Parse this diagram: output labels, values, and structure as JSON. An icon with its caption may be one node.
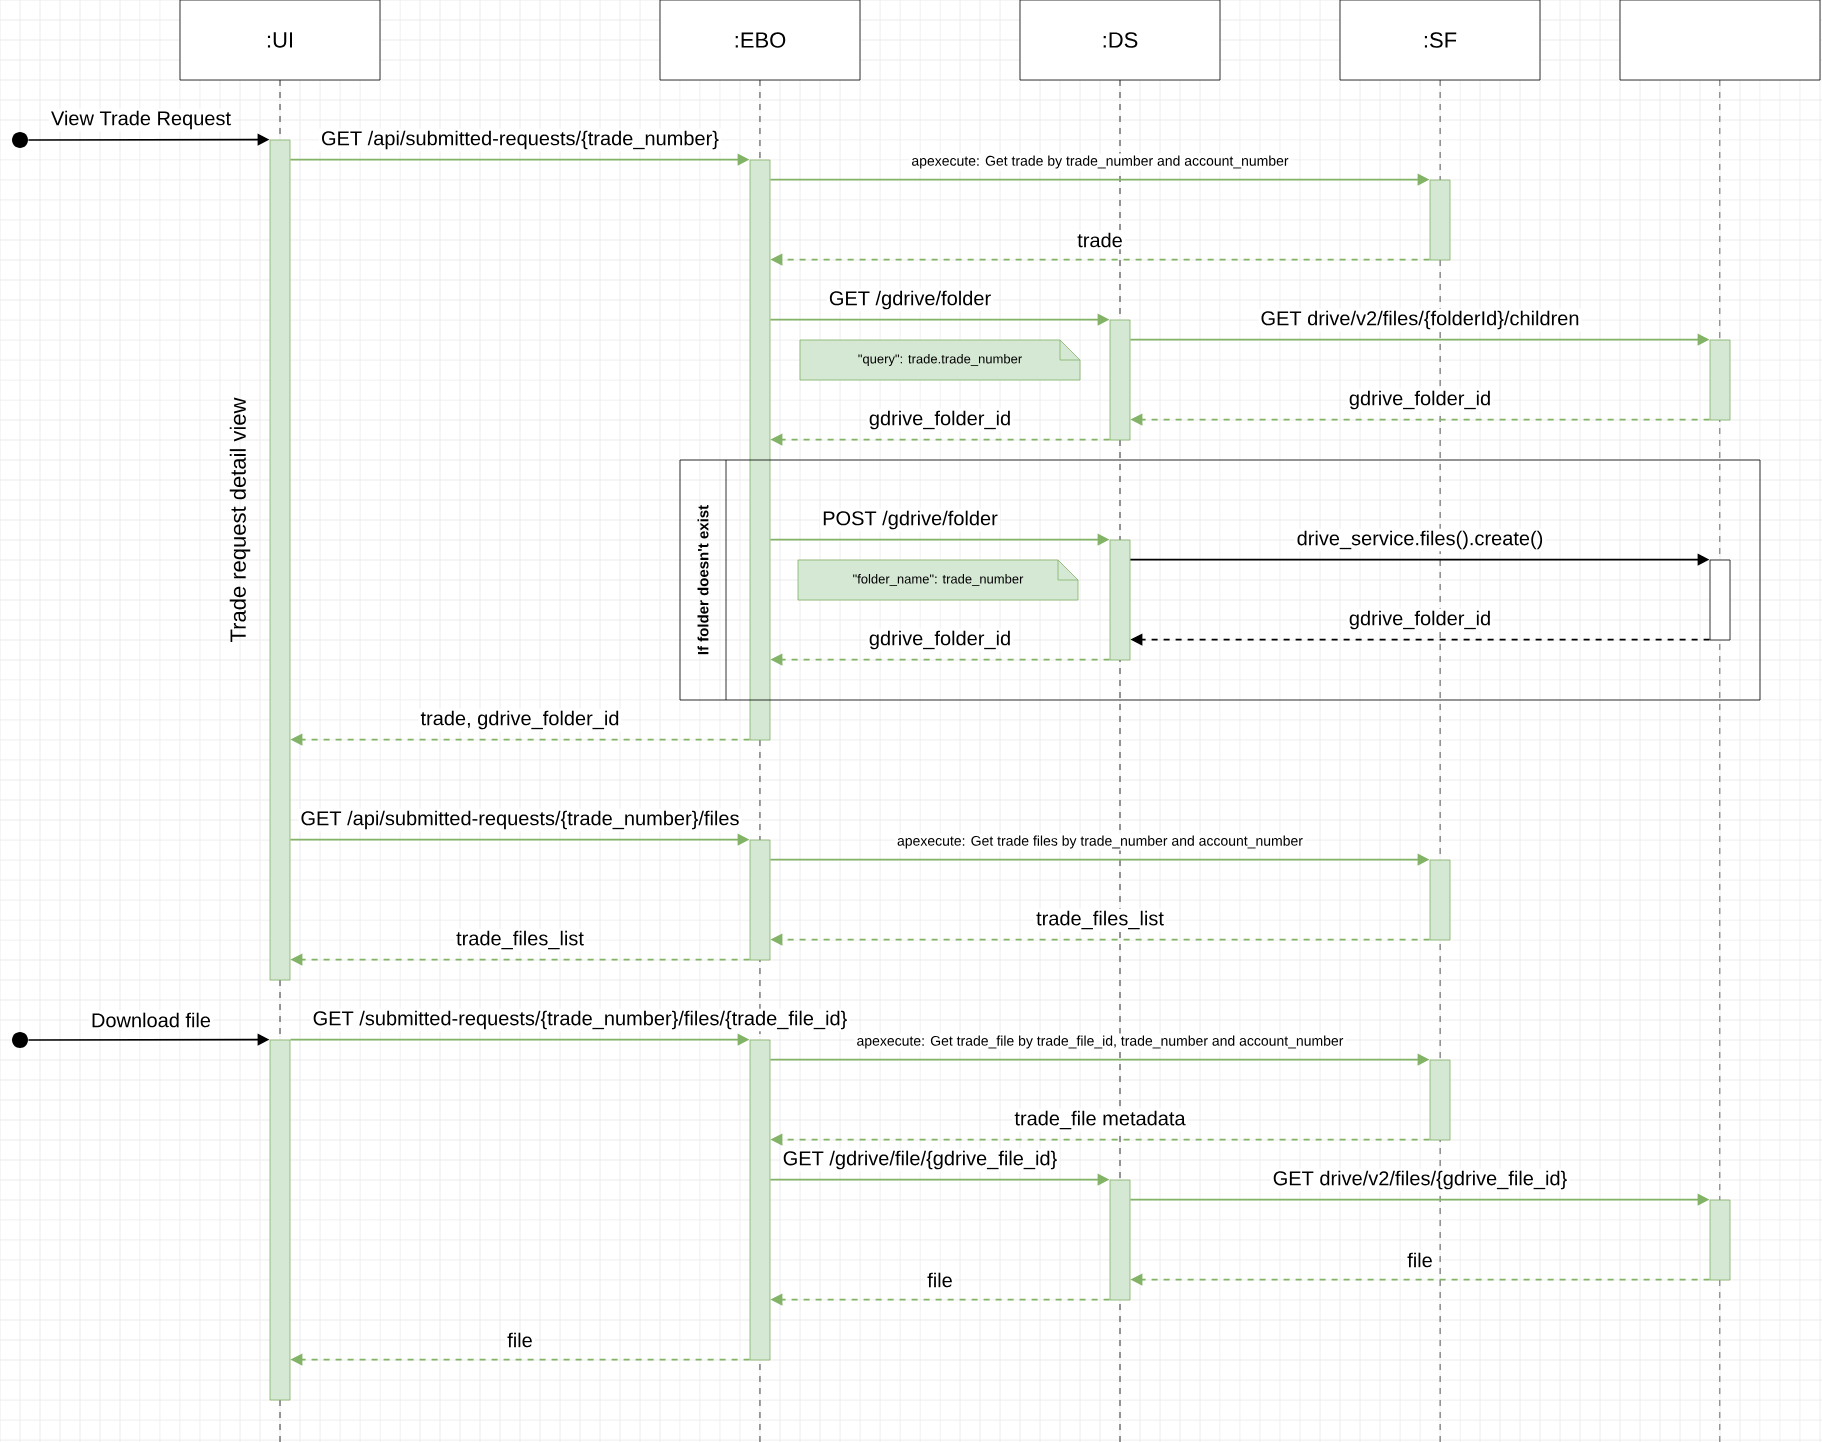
{
  "diagram": {
    "nodes": [
      {
        "text": [
          ":UI"
        ]
      },
      {
        "text": [
          ":EBO"
        ]
      },
      {
        "text": [
          ":DS"
        ]
      },
      {
        "text": [
          ":SF"
        ]
      },
      {
        "text": [],
        "shape": "box"
      },
      {
        "text": [],
        "shape": "bar"
      },
      {
        "text": [],
        "shape": "bar"
      },
      {
        "text": [],
        "shape": "bar"
      },
      {
        "text": [],
        "shape": "bar"
      },
      {
        "text": [],
        "shape": "bar"
      },
      {
        "text": [],
        "shape": "bar",
        "in": 21
      },
      {
        "text": [],
        "shape": "bar",
        "in": 21
      },
      {
        "text": [],
        "shape": "bar"
      },
      {
        "text": [],
        "shape": "bar"
      },
      {
        "text": [],
        "shape": "bar"
      },
      {
        "text": [],
        "shape": "bar"
      },
      {
        "text": [],
        "shape": "bar"
      },
      {
        "text": [],
        "shape": "bar"
      },
      {
        "text": [],
        "shape": "bar"
      },
      {
        "text": [],
        "shape": "circle"
      },
      {
        "text": [],
        "shape": "circle"
      },
      {
        "text": [
          "If folder doesn't exist"
        ]
      },
      {
        "text": [
          "\"query\": trade.trade_number"
        ]
      },
      {
        "text": [
          "\"folder_name\": trade_number"
        ],
        "in": 21
      }
    ],
    "edges": [
      {
        "from": 19,
        "to": 5,
        "arrow": "to",
        "label": "View Trade Request",
        "color": "#000000"
      },
      {
        "from": 5,
        "to": 6,
        "arrow": "to",
        "label": "GET /api/submitted-requests/{trade_number}"
      },
      {
        "from": 6,
        "to": 7,
        "arrow": "to",
        "label": "apexecute: Get trade by trade_number and account_number"
      },
      {
        "from": 7,
        "to": 6,
        "arrow": "to",
        "label": "trade",
        "style": "dashed"
      },
      {
        "from": 6,
        "to": 8,
        "arrow": "to",
        "label": "GET /gdrive/folder"
      },
      {
        "from": 8,
        "to": 9,
        "arrow": "to",
        "label": "GET drive/v2/files/{folderId}/children"
      },
      {
        "from": 9,
        "to": 8,
        "arrow": "to",
        "label": "gdrive_folder_id",
        "style": "dashed"
      },
      {
        "from": 8,
        "to": 6,
        "arrow": "to",
        "label": "gdrive_folder_id",
        "style": "dashed"
      },
      {
        "from": 6,
        "to": 10,
        "arrow": "to",
        "label": "POST /gdrive/folder"
      },
      {
        "from": 10,
        "to": 11,
        "arrow": "to",
        "label": "drive_service.files().create()",
        "color": "#000000"
      },
      {
        "from": 11,
        "to": 10,
        "arrow": "to",
        "label": "gdrive_folder_id",
        "style": "dashed",
        "color": "#000000"
      },
      {
        "from": 10,
        "to": 6,
        "arrow": "to",
        "label": "gdrive_folder_id",
        "style": "dashed"
      },
      {
        "from": 6,
        "to": 5,
        "arrow": "to",
        "label": "trade, gdrive_folder_id",
        "style": "dashed"
      },
      {
        "from": 5,
        "to": 12,
        "arrow": "to",
        "label": "GET /api/submitted-requests/{trade_number}/files"
      },
      {
        "from": 12,
        "to": 13,
        "arrow": "to",
        "label": "apexecute: Get trade files by trade_number and account_number"
      },
      {
        "from": 13,
        "to": 12,
        "arrow": "to",
        "label": "trade_files_list",
        "style": "dashed"
      },
      {
        "from": 12,
        "to": 5,
        "arrow": "to",
        "label": "trade_files_list",
        "style": "dashed"
      },
      {
        "from": 20,
        "to": 14,
        "arrow": "to",
        "label": "Download file",
        "color": "#000000"
      },
      {
        "from": 14,
        "to": 15,
        "arrow": "to",
        "label": "GET /submitted-requests/{trade_number}/files/{trade_file_id}"
      },
      {
        "from": 15,
        "to": 16,
        "arrow": "to",
        "label": "apexecute: Get trade_file by trade_file_id, trade_number and account_number"
      },
      {
        "from": 16,
        "to": 15,
        "arrow": "to",
        "label": "trade_file metadata",
        "style": "dashed"
      },
      {
        "from": 15,
        "to": 17,
        "arrow": "to",
        "label": "GET /gdrive/file/{gdrive_file_id}"
      },
      {
        "from": 17,
        "to": 18,
        "arrow": "to",
        "label": "GET drive/v2/files/{gdrive_file_id}"
      },
      {
        "from": 18,
        "to": 17,
        "arrow": "to",
        "label": "file",
        "style": "dashed"
      },
      {
        "from": 17,
        "to": 15,
        "arrow": "to",
        "label": "file",
        "style": "dashed"
      },
      {
        "from": 15,
        "to": 14,
        "arrow": "to",
        "label": "file",
        "style": "dashed"
      }
    ],
    "labels": [
      "Trade request detail view"
    ]
  }
}
